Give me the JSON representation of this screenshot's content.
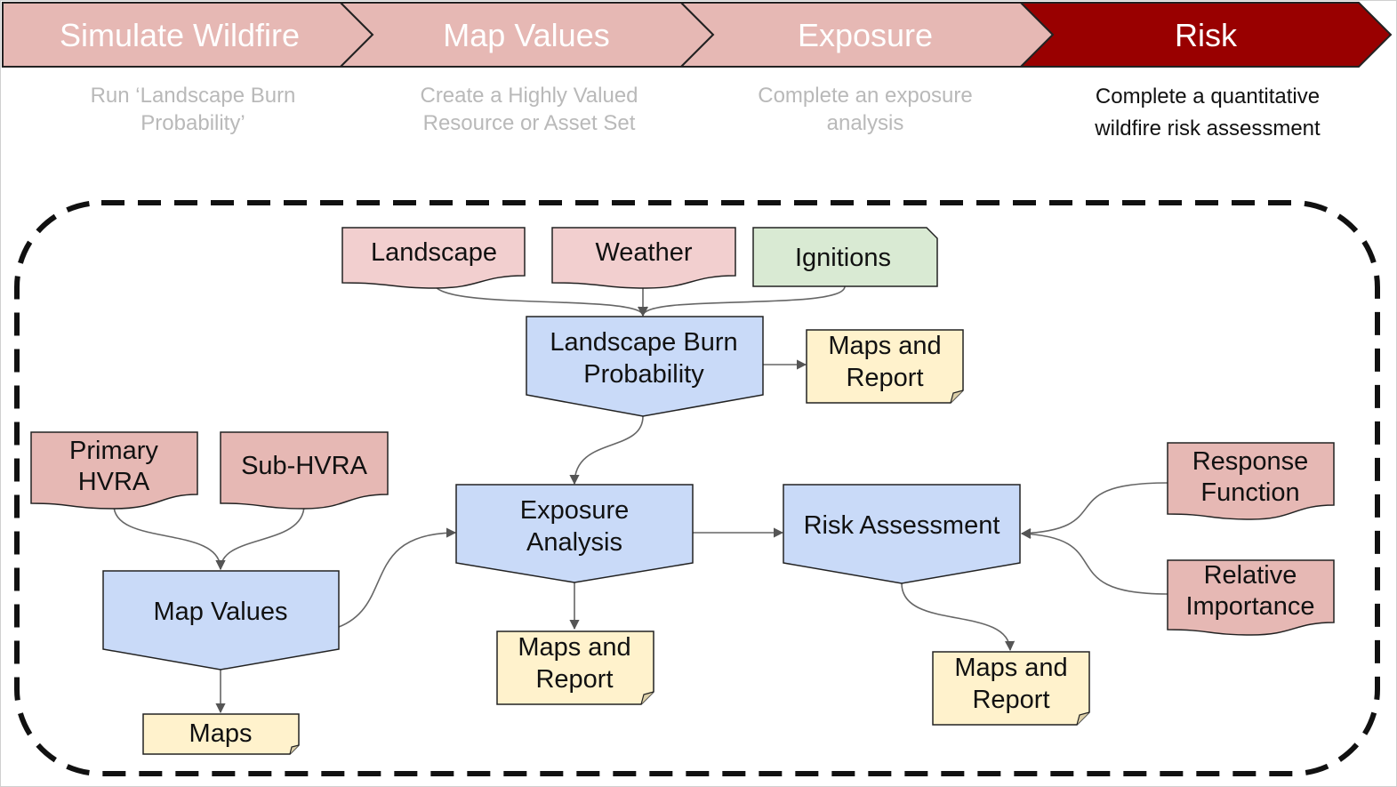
{
  "colors": {
    "stage_inactive": "#e6b8b4",
    "stage_active": "#990000",
    "input_pink_light": "#f2cfcf",
    "input_pink_dark": "#e6b8b4",
    "input_green": "#d9ead3",
    "process_blue": "#c9daf8",
    "output_yellow": "#fff2cc"
  },
  "stages": [
    {
      "label": "Simulate Wildfire",
      "desc": "Run ‘Landscape Burn Probability’",
      "active": false
    },
    {
      "label": "Map Values",
      "desc": "Create a Highly Valued Resource or Asset Set",
      "active": false
    },
    {
      "label": "Exposure",
      "desc": "Complete an exposure analysis",
      "active": false
    },
    {
      "label": "Risk",
      "desc": "Complete a quantitative wildfire risk assessment",
      "active": true
    }
  ],
  "stage_desc_lines": [
    [
      "Run ‘Landscape Burn",
      "Probability’"
    ],
    [
      "Create a Highly Valued",
      "Resource or Asset Set"
    ],
    [
      "Complete an exposure",
      "analysis"
    ],
    [
      "Complete a quantitative",
      "wildfire risk assessment"
    ]
  ],
  "nodes": {
    "landscape": {
      "kind": "input",
      "lines": [
        "Landscape"
      ]
    },
    "weather": {
      "kind": "input",
      "lines": [
        "Weather"
      ]
    },
    "ignitions": {
      "kind": "input",
      "lines": [
        "Ignitions"
      ]
    },
    "lbp": {
      "kind": "process",
      "lines": [
        "Landscape Burn",
        "Probability"
      ]
    },
    "lbp_report": {
      "kind": "output",
      "lines": [
        "Maps and",
        "Report"
      ]
    },
    "primary_hvra": {
      "kind": "input",
      "lines": [
        "Primary",
        "HVRA"
      ]
    },
    "sub_hvra": {
      "kind": "input",
      "lines": [
        "Sub-HVRA"
      ]
    },
    "map_values": {
      "kind": "process",
      "lines": [
        "Map Values"
      ]
    },
    "maps": {
      "kind": "output",
      "lines": [
        "Maps"
      ]
    },
    "exposure": {
      "kind": "process",
      "lines": [
        "Exposure",
        "Analysis"
      ]
    },
    "exposure_report": {
      "kind": "output",
      "lines": [
        "Maps and",
        "Report"
      ]
    },
    "risk": {
      "kind": "process",
      "lines": [
        "Risk Assessment"
      ]
    },
    "risk_report": {
      "kind": "output",
      "lines": [
        "Maps and",
        "Report"
      ]
    },
    "response_function": {
      "kind": "input",
      "lines": [
        "Response",
        "Function"
      ]
    },
    "relative_importance": {
      "kind": "input",
      "lines": [
        "Relative",
        "Importance"
      ]
    }
  },
  "edges": [
    [
      "landscape",
      "lbp"
    ],
    [
      "weather",
      "lbp"
    ],
    [
      "ignitions",
      "lbp"
    ],
    [
      "lbp",
      "lbp_report"
    ],
    [
      "lbp",
      "exposure"
    ],
    [
      "primary_hvra",
      "map_values"
    ],
    [
      "sub_hvra",
      "map_values"
    ],
    [
      "map_values",
      "maps"
    ],
    [
      "map_values",
      "exposure"
    ],
    [
      "exposure",
      "exposure_report"
    ],
    [
      "exposure",
      "risk"
    ],
    [
      "response_function",
      "risk"
    ],
    [
      "relative_importance",
      "risk"
    ],
    [
      "risk",
      "risk_report"
    ]
  ]
}
